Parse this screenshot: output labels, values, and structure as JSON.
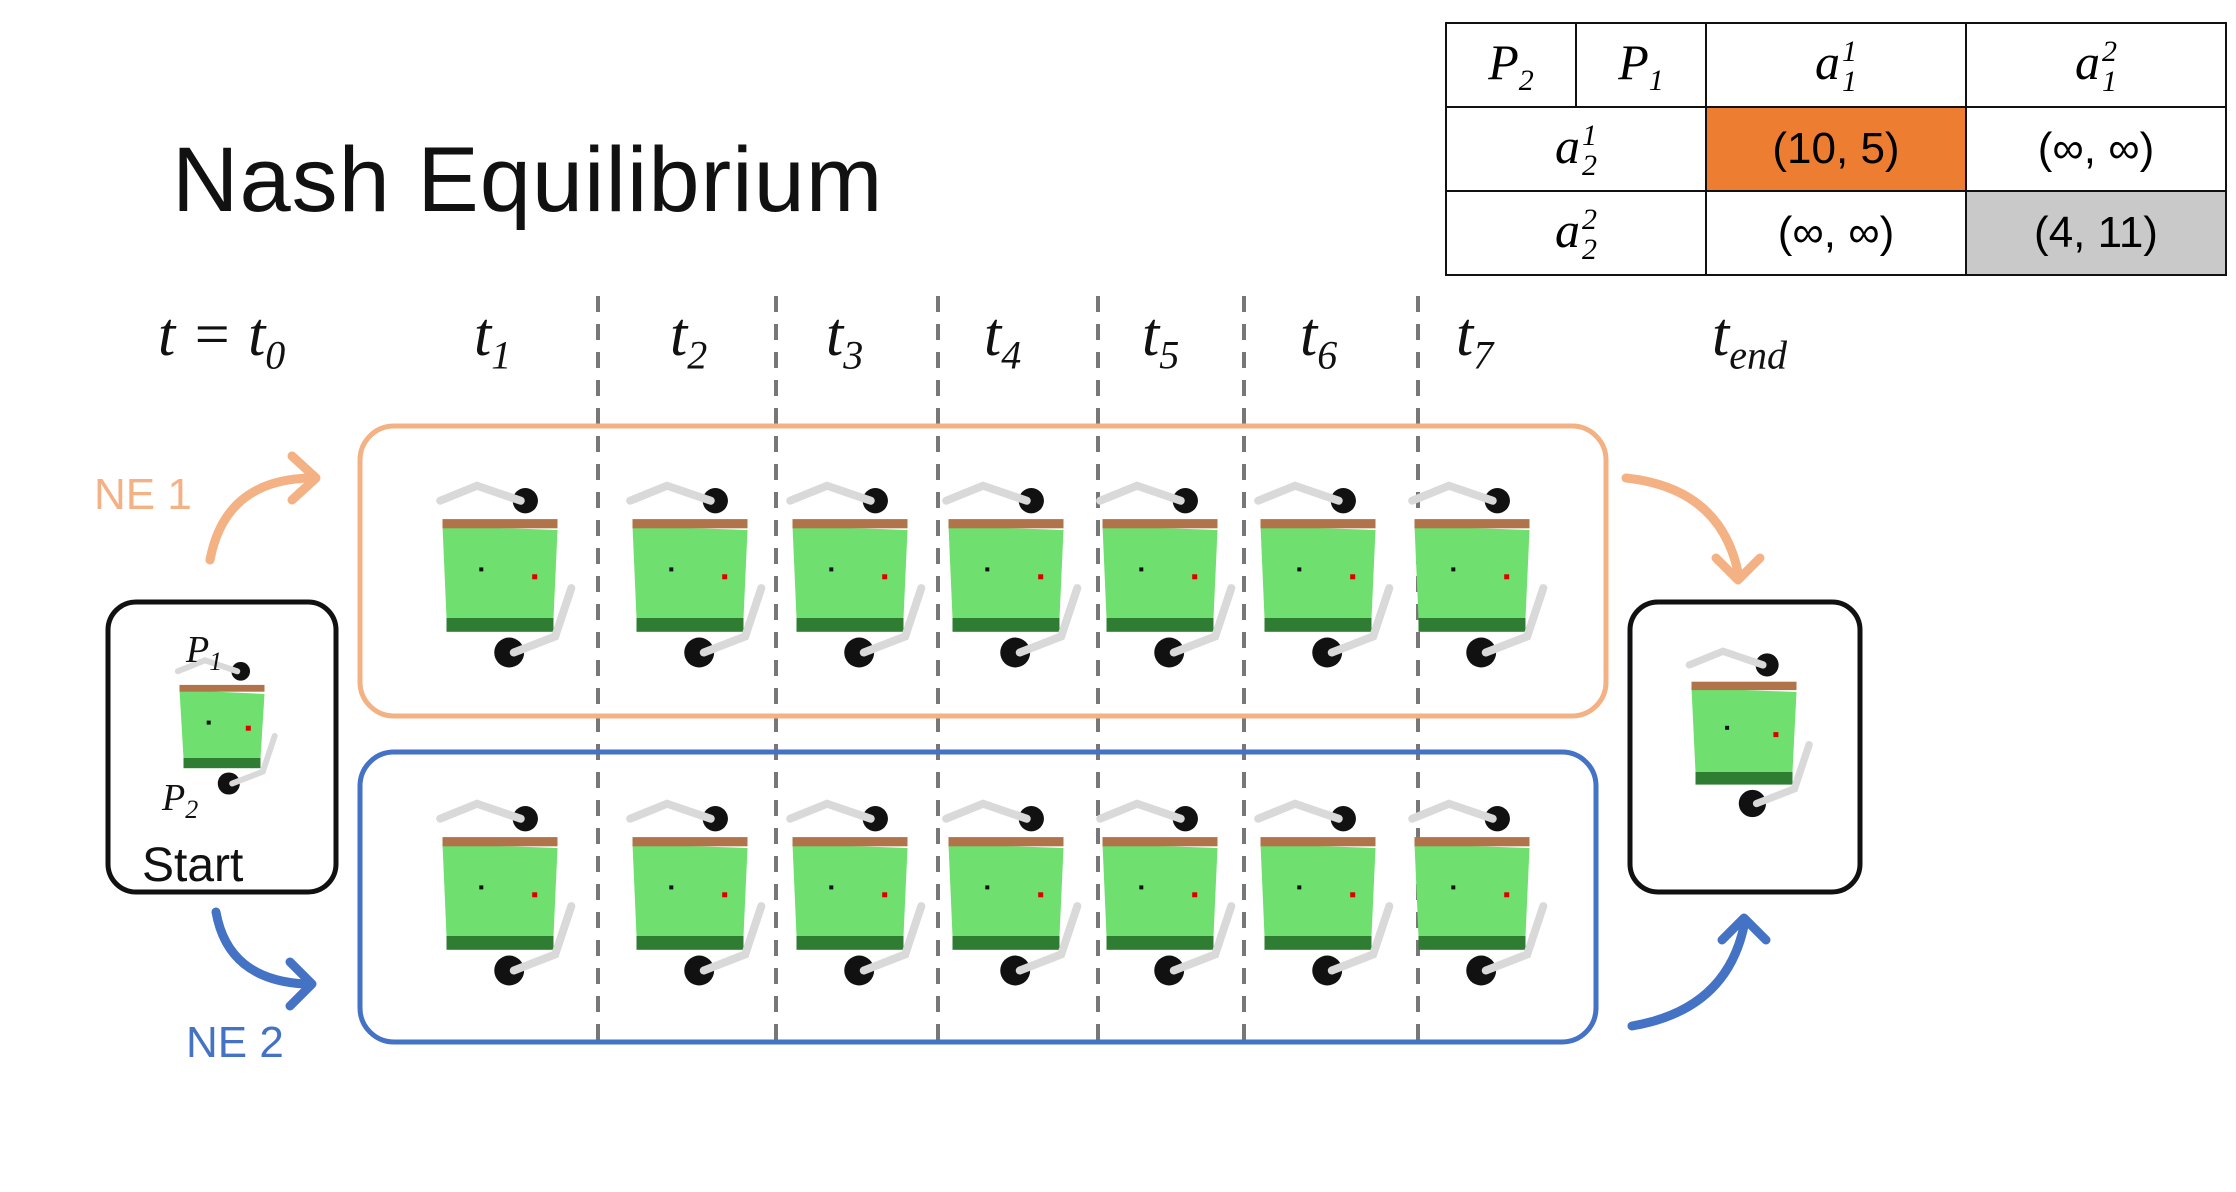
{
  "title": "Nash Equilibrium",
  "payoff_table": {
    "corner_left": "P2",
    "corner_right": "P1",
    "col_headers": [
      {
        "base": "a",
        "sub": "1",
        "sup": "1"
      },
      {
        "base": "a",
        "sub": "1",
        "sup": "2"
      }
    ],
    "rows": [
      {
        "label": {
          "base": "a",
          "sub": "2",
          "sup": "1"
        },
        "cells": [
          "(10, 5)",
          "(∞, ∞)"
        ]
      },
      {
        "label": {
          "base": "a",
          "sub": "2",
          "sup": "2"
        },
        "cells": [
          "(∞, ∞)",
          "(4, 11)"
        ]
      }
    ],
    "highlight_colors": {
      "ne1": "#ed7d31",
      "ne2": "#c9c9c9"
    }
  },
  "timeline": {
    "start_label": {
      "base": "t = t",
      "sub": "0"
    },
    "steps": [
      {
        "base": "t",
        "sub": "1"
      },
      {
        "base": "t",
        "sub": "2"
      },
      {
        "base": "t",
        "sub": "3"
      },
      {
        "base": "t",
        "sub": "4"
      },
      {
        "base": "t",
        "sub": "5"
      },
      {
        "base": "t",
        "sub": "6"
      },
      {
        "base": "t",
        "sub": "7"
      }
    ],
    "end_label": {
      "base": "t",
      "sub": "end"
    }
  },
  "ne1": {
    "label": "NE 1",
    "color": "#f4b183"
  },
  "ne2": {
    "label": "NE 2",
    "color": "#4472c4"
  },
  "start_box": {
    "label": "Start",
    "p1": "P1",
    "p2": "P2"
  },
  "colors": {
    "table_green": "#6fe06f",
    "table_edge": "#2e7d32",
    "table_top": "#b0734a",
    "robot": "#d9d9d9"
  }
}
